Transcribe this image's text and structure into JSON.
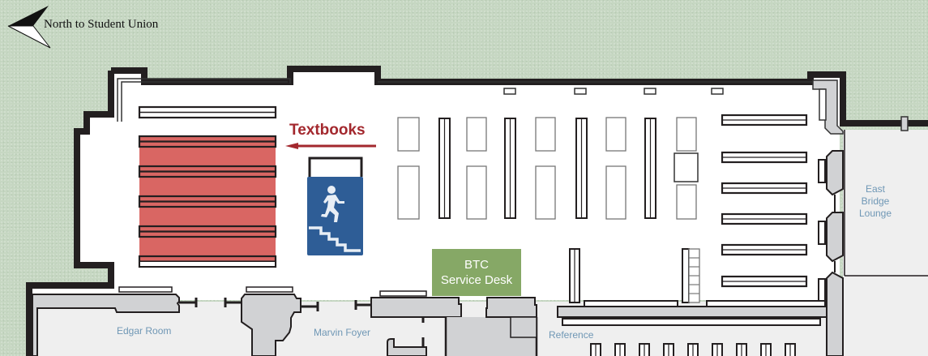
{
  "compass": {
    "label": "North to Student Union",
    "icon": "north-arrow-icon"
  },
  "signs": {
    "textbooks": {
      "label": "Textbooks",
      "direction": "left",
      "color": "#a3282e"
    },
    "stairs": {
      "icon": "stairs-up-icon",
      "color": "#2e5d96"
    }
  },
  "service_desk": {
    "line1": "BTC",
    "line2": "Service Desk",
    "color": "#86a866"
  },
  "rooms": {
    "east_bridge_lounge": {
      "line1": "East",
      "line2": "Bridge",
      "line3": "Lounge"
    },
    "edgar_room": "Edgar Room",
    "marvin_foyer": "Marvin Foyer",
    "reference": "Reference"
  },
  "colors": {
    "grass": "#c6d7c2",
    "wall": "#231f20",
    "floor": "#ffffff",
    "corridor": "#efefef",
    "fixture": "#d1d2d4",
    "textbook_area": "#d96663",
    "room_label": "#6f97b5"
  }
}
